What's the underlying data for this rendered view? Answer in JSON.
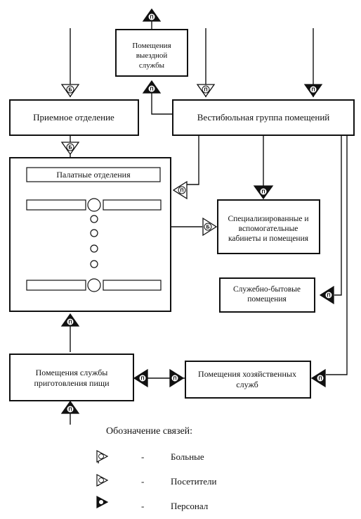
{
  "nodes": {
    "field_service": [
      "Помещения",
      "выездной",
      "службы"
    ],
    "reception": [
      "Приемное отделение"
    ],
    "vestibule": [
      "Вестибюльная группа помещений"
    ],
    "wards": [
      "Палатные отделения"
    ],
    "special": [
      "Специализированные и",
      "вспомогательные",
      "кабинеты и помещения"
    ],
    "staff": [
      "Служебно-бытовые",
      "помещения"
    ],
    "kitchen": [
      "Помещения службы",
      "приготовления пищи"
    ],
    "household": [
      "Помещения хозяйственных",
      "служб"
    ]
  },
  "markers": {
    "patient": "Б",
    "visitor": "П",
    "staff": "П"
  },
  "legend": {
    "title": "Обозначение связей:",
    "dash": "-",
    "items": [
      "Больные",
      "Посетители",
      "Персонал"
    ]
  }
}
